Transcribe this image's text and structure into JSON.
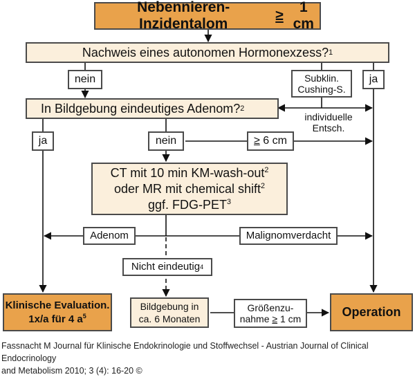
{
  "title_box": {
    "text": "Nebennieren-Inzidentalom",
    "ge": "≥",
    "value": "1 cm"
  },
  "question1": {
    "text": "Nachweis eines autonomen Hormonexzess?",
    "sup": "1"
  },
  "labels": {
    "nein1": "nein",
    "subklin_line1": "Subklin.",
    "subklin_line2": "Cushing-S.",
    "ja1": "ja",
    "individuelle_line1": "individuelle",
    "individuelle_line2": "Entsch.",
    "ja2": "ja",
    "nein2": "nein",
    "size_ge": "≥",
    "size_value": " 6 cm",
    "adenom": "Adenom",
    "malignom": "Malignomverdacht",
    "nicht_eindeutig": "Nicht eindeutig",
    "nicht_eindeutig_sup": "4",
    "groesse_line1": "Größenzu-",
    "groesse_line2_pre": "nahme ",
    "groesse_ge": "≥",
    "groesse_line2_post": " 1 cm"
  },
  "question2": {
    "text": "In Bildgebung eindeutiges Adenom?",
    "sup": "2"
  },
  "imaging_box": {
    "line1": "CT mit 10 min KM-wash-out",
    "line1_sup": "2",
    "line2": "oder MR mit chemical shift",
    "line2_sup": "2",
    "line3": "ggf. FDG-PET",
    "line3_sup": "3"
  },
  "clinical_box": {
    "line1": "Klinische Evaluation.",
    "line2": "1x/a für 4 a",
    "line2_sup": "5"
  },
  "followup_box": {
    "line1": "Bildgebung in",
    "line2": "ca. 6 Monaten"
  },
  "operation_box": {
    "text": "Operation"
  },
  "footer": {
    "line1": "Fassnacht M Journal für Klinische Endokrinologie und Stoffwechsel - Austrian Journal of Clinical Endocrinology",
    "line2": "and Metabolism 2010; 3 (4): 16-20 ©"
  },
  "colors": {
    "orange": "#e9a24b",
    "cream": "#fbefdc",
    "border": "#4a4a4a"
  }
}
